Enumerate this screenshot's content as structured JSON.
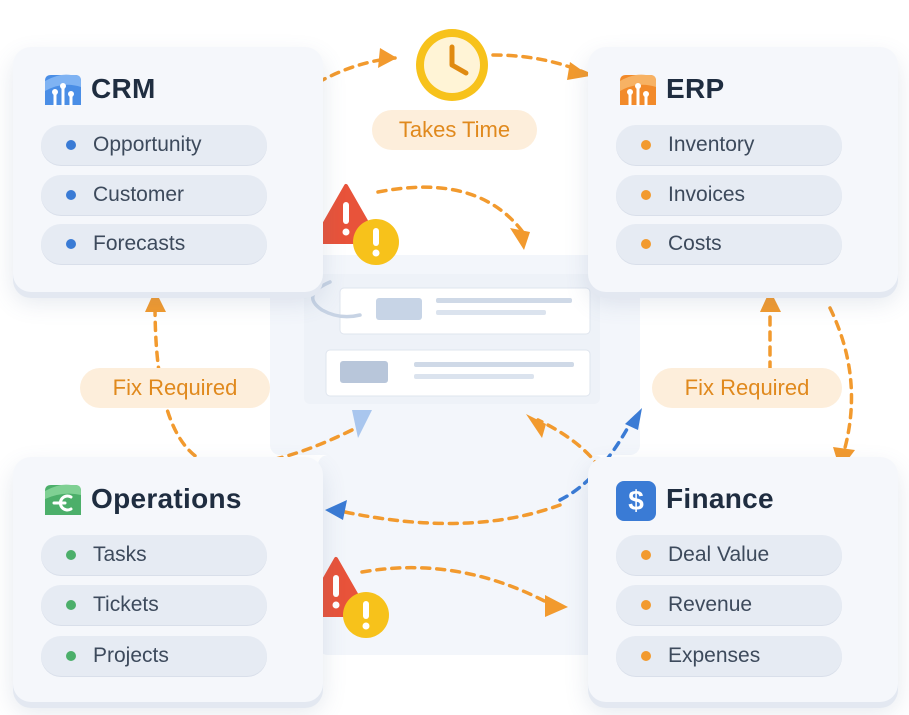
{
  "colors": {
    "accent_orange": "#f29a2e",
    "accent_blue": "#3a7bd5",
    "alert_red": "#e8533a",
    "alert_yellow": "#f7c21b",
    "card_bg": "#f5f7fb",
    "pill_bg": "#e6ebf3",
    "tag_bg": "#fdeedb",
    "title_text": "#1f2d40"
  },
  "cards": {
    "crm": {
      "title": "CRM",
      "icon": "crm-app-icon",
      "dot_color": "#3a7bd5",
      "items": [
        "Opportunity",
        "Customer",
        "Forecasts"
      ]
    },
    "erp": {
      "title": "ERP",
      "icon": "erp-app-icon",
      "dot_color": "#f29a2e",
      "items": [
        "Inventory",
        "Invoices",
        "Costs"
      ]
    },
    "operations": {
      "title": "Operations",
      "icon": "operations-app-icon",
      "dot_color": "#4caf6a",
      "items": [
        "Tasks",
        "Tickets",
        "Projects"
      ]
    },
    "finance": {
      "title": "Finance",
      "icon": "dollar-icon",
      "dot_color": "#f29a2e",
      "icon_symbol": "$",
      "items": [
        "Deal Value",
        "Revenue",
        "Expenses"
      ]
    }
  },
  "labels": {
    "takes_time": "Takes Time",
    "fix_required_left": "Fix Required",
    "fix_required_right": "Fix Required"
  },
  "icons": [
    "clock-icon",
    "warning-triangle-icon",
    "warning-circle-icon",
    "document-icon"
  ]
}
